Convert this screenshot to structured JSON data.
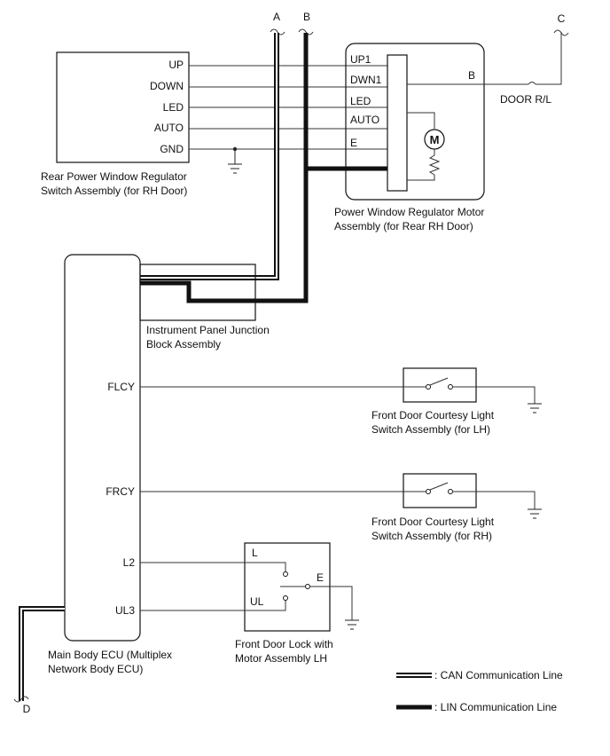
{
  "connectors": {
    "a": "A",
    "b": "B",
    "c": "C",
    "d": "D"
  },
  "rear_switch": {
    "pins": [
      "UP",
      "DOWN",
      "LED",
      "AUTO",
      "GND"
    ],
    "caption": [
      "Rear Power Window Regulator",
      "Switch Assembly (for RH Door)"
    ]
  },
  "motor": {
    "pins": [
      "UP1",
      "DWN1",
      "LED",
      "AUTO",
      "E"
    ],
    "out_pin": "B",
    "motor_symbol": "M",
    "caption": [
      "Power Window Regulator Motor",
      "Assembly (for Rear RH Door)"
    ]
  },
  "fuse": {
    "label": "DOOR R/L"
  },
  "junction": {
    "caption": [
      "Instrument Panel Junction",
      "Block Assembly"
    ]
  },
  "ecu": {
    "pins": {
      "flcy": "FLCY",
      "frcy": "FRCY",
      "l2": "L2",
      "ul3": "UL3"
    },
    "caption": [
      "Main Body ECU (Multiplex",
      "Network Body ECU)"
    ]
  },
  "courtesy_lh": {
    "caption": [
      "Front Door Courtesy Light",
      "Switch Assembly (for LH)"
    ]
  },
  "courtesy_rh": {
    "caption": [
      "Front Door Courtesy Light",
      "Switch Assembly (for RH)"
    ]
  },
  "door_lock": {
    "pins": {
      "l": "L",
      "ul": "UL",
      "e": "E"
    },
    "caption": [
      "Front Door Lock with",
      "Motor Assembly LH"
    ]
  },
  "legend": {
    "can": ": CAN Communication Line",
    "lin": ": LIN Communication Line"
  }
}
